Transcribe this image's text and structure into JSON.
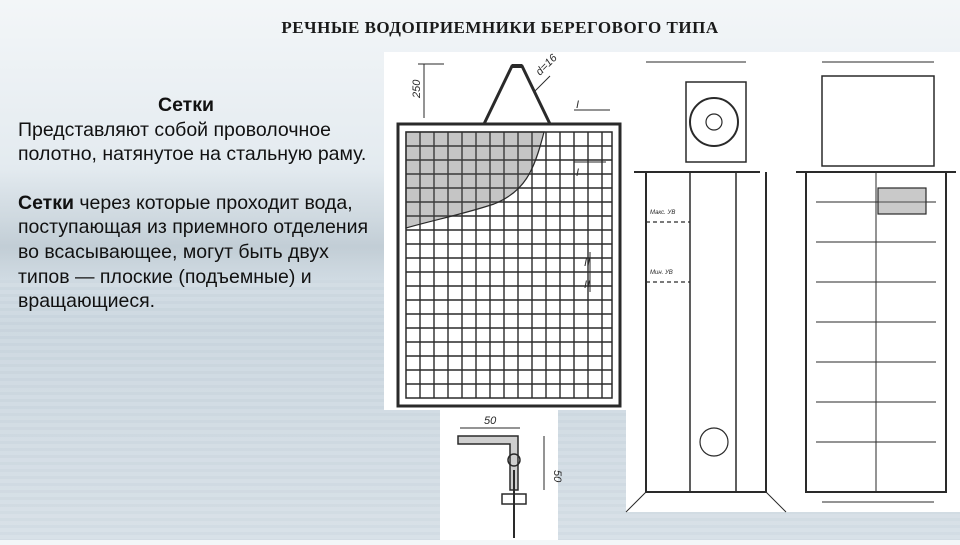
{
  "slide": {
    "title": "РЕЧНЫЕ ВОДОПРИЕМНИКИ БЕРЕГОВОГО ТИПА",
    "heading": "Сетки",
    "paragraph1": "Представляют собой проволочное полотно, натянутое на стальную раму.",
    "paragraph2_bold": "Сетки",
    "paragraph2_rest": " через которые проходит вода, поступающая из приемного отделения во всасывающее, могут быть двух типов — плоские (подъемные) и вращающиеся."
  },
  "drawing_labels": {
    "dim_250": "250",
    "dim_d16": "d=16",
    "mark_I_top": "I",
    "mark_I_mid": "I",
    "mark_II_top": "II",
    "mark_II_bottom": "II",
    "dim_50_h": "50",
    "dim_50_v": "50",
    "level_max": "Макс. УВ",
    "level_min": "Мин. УВ"
  },
  "colors": {
    "ink": "#2a2a2a",
    "panel": "#ffffff",
    "title": "#1a1a1a"
  }
}
